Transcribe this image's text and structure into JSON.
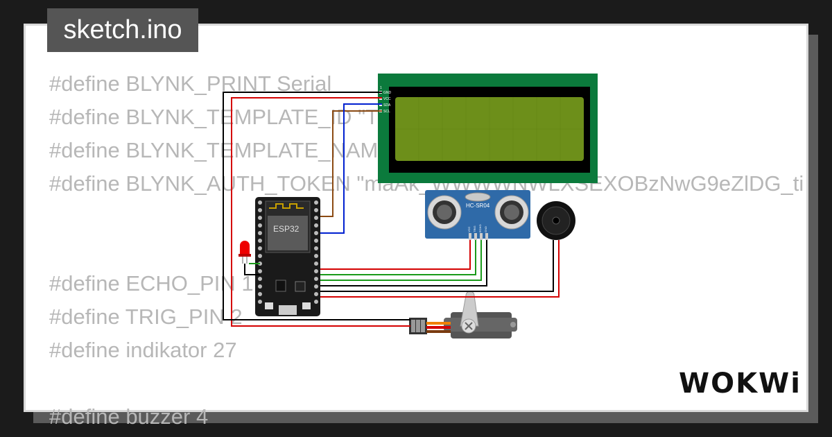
{
  "file_tab": {
    "label": "sketch.ino"
  },
  "code_lines": [
    "#define BLYNK_PRINT Serial",
    "#define BLYNK_TEMPLATE_ID \"T",
    "#define BLYNK_TEMPLATE_NAM",
    "#define BLYNK_AUTH_TOKEN \"maAk_WWWWNWLXSEXOBzNwG9eZlDG_ti",
    "",
    "",
    "#define ECHO_PIN 1",
    "#define TRIG_PIN 2",
    "#define indikator 27",
    "",
    "#define buzzer 4"
  ],
  "components": {
    "esp32_label": "ESP32",
    "ultrasonic_label": "HC-SR04",
    "ultrasonic_pins": [
      "VCC",
      "TRIG",
      "ECHO",
      "GND"
    ],
    "lcd_pins": [
      "GND",
      "VCC",
      "SDA",
      "SCL"
    ],
    "lcd_pin_header": "1"
  },
  "brand": {
    "name": "WOKWi"
  },
  "colors": {
    "lcd_board": "#0b7a3c",
    "lcd_screen": "#6d8f1a",
    "esp32_board": "#1a1a1a",
    "ultrasonic_board": "#2f6aa8",
    "wire_red": "#d40000",
    "wire_black": "#000000",
    "wire_green": "#1a9a1a",
    "wire_blue": "#0020d0",
    "wire_brown": "#8b4a13"
  }
}
